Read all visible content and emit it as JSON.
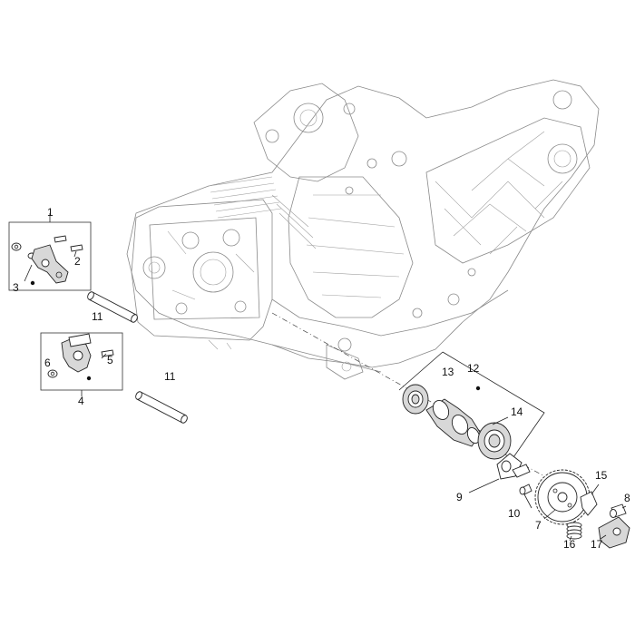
{
  "callouts": {
    "c1": "1",
    "c2": "2",
    "c3": "3",
    "c4": "4",
    "c5": "5",
    "c6": "6",
    "c7": "7",
    "c8": "8",
    "c9": "9",
    "c10": "10",
    "c11a": "11",
    "c11b": "11",
    "c12": "12",
    "c13": "13",
    "c14": "14",
    "c15": "15",
    "c16": "16",
    "c17": "17"
  },
  "colors": {
    "line": "#222222",
    "engine_outline": "#8a8a8a",
    "background": "#ffffff"
  }
}
